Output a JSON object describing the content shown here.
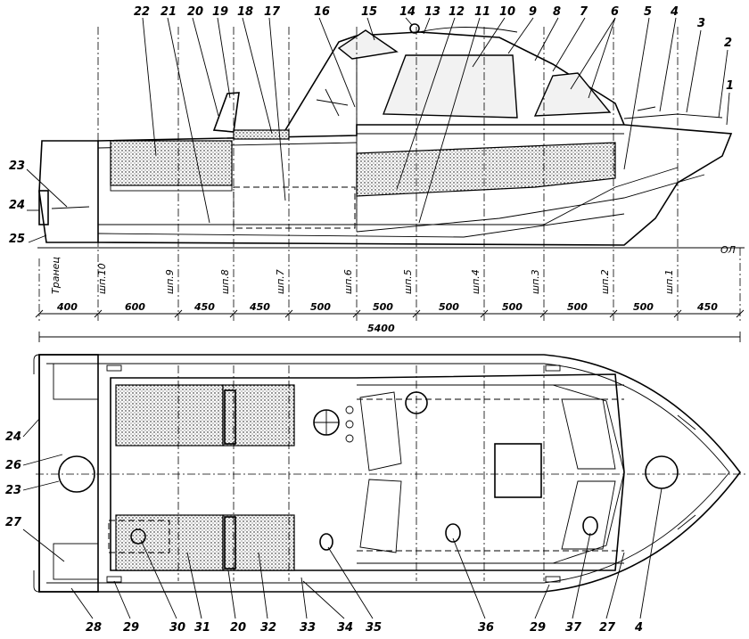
{
  "side_view": {
    "callouts": [
      "22",
      "21",
      "20",
      "19",
      "18",
      "17",
      "16",
      "15",
      "14",
      "13",
      "12",
      "11",
      "10",
      "9",
      "8",
      "7",
      "6",
      "5",
      "4",
      "3",
      "2",
      "1"
    ],
    "left_callouts": [
      "23",
      "24",
      "25"
    ],
    "waterline_label": "ОЛ",
    "frame_labels": [
      "Транец",
      "шп.10",
      "шп.9",
      "шп.8",
      "шп.7",
      "шп.6",
      "шп.5",
      "шп.4",
      "шп.3",
      "шп.2",
      "шп.1"
    ],
    "spacings": [
      "400",
      "600",
      "450",
      "450",
      "500",
      "500",
      "500",
      "500",
      "500",
      "500",
      "450"
    ],
    "total_length": "5400"
  },
  "plan_view": {
    "left_callouts": [
      "24",
      "26",
      "23",
      "27"
    ],
    "bottom_callouts": [
      "28",
      "29",
      "30",
      "31",
      "20",
      "32",
      "33",
      "34",
      "35",
      "36",
      "29",
      "37",
      "27",
      "4"
    ]
  }
}
